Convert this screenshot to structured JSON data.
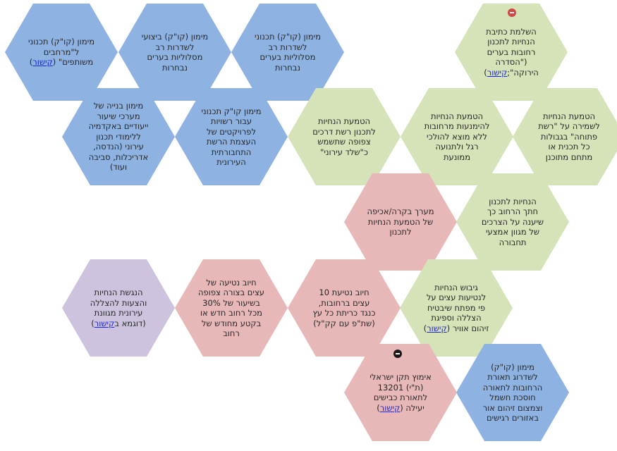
{
  "colors": {
    "green": "#d6e3b8",
    "blue": "#8eb3e3",
    "pink": "#e8b8b8",
    "purple": "#cdc3de",
    "link": "#1a24d6",
    "text": "#262626"
  },
  "hexagons": [
    {
      "id": "r1-1",
      "color": "green",
      "text": "השלמת כתיבת\nהנחיות לתכנון\nרחובות בערים\n(\"הסדרה הירוקה\";",
      "link": "קישור",
      "link_prefix": "",
      "suffix": ")"
    },
    {
      "id": "r1-2",
      "color": "blue",
      "text": "מימון (קו\"ק) תכנוני\nלשדרות רב\nמסלוליות בערים\nנבחרות",
      "link": "",
      "link_prefix": "",
      "suffix": ""
    },
    {
      "id": "r1-3",
      "color": "blue",
      "text": "מימון (קו\"ק) ביצועי\nלשדרות רב\nמסלוליות בערים\nנבחרות",
      "link": "",
      "link_prefix": "",
      "suffix": ""
    },
    {
      "id": "r1-4",
      "color": "blue",
      "text": "מימון (קו\"ק) תכנוני\nל\"מרחבים\nמשותפים\" (",
      "link": "קישור",
      "link_prefix": "",
      "suffix": ")"
    },
    {
      "id": "r2-1",
      "color": "green",
      "text": "הטמעת הנחיות\nלשמירה על \"רשת\nפתוחה\" בגבולות\nכל תכנית או\nמתחם מתוכנן",
      "link": "",
      "link_prefix": "",
      "suffix": ""
    },
    {
      "id": "r2-2",
      "color": "green",
      "text": "הטמעת הנחיות\nלהימנעות מרחובות\nללא מוצא להולכי\nרגל ולתנועה\nממונעת",
      "link": "",
      "link_prefix": "",
      "suffix": ""
    },
    {
      "id": "r2-3",
      "color": "green",
      "text": "הטמעת הנחיות\nלתכנון רשת דרכים\nצפופה שתשמש\nכ\"שלד עירוני\"",
      "link": "",
      "link_prefix": "",
      "suffix": ""
    },
    {
      "id": "r2-4",
      "color": "blue",
      "text": "מימון קו\"ק תכנוני\nעבור רשויות\nלפרויקטים של\nהעצמת הרשת\nהתחבורתית\nהעירונית",
      "link": "",
      "link_prefix": "",
      "suffix": ""
    },
    {
      "id": "r2-5",
      "color": "blue",
      "text": "מימון בנייה של\nמערכי שיעור\nייעודיים באקדמיה\nללימודי תכנון\nעירוני (הנדסה,\nאדריכלות, סביבה\nועוד)",
      "link": "",
      "link_prefix": "",
      "suffix": ""
    },
    {
      "id": "r3-1",
      "color": "green",
      "text": "הנחיות לתכנון\nחתך הרחוב כך\nשיענה על הצרכים\nשל מגוון אמצעי\nתחבורה",
      "link": "",
      "link_prefix": "",
      "suffix": ""
    },
    {
      "id": "r3-2",
      "color": "pink",
      "text": "מערך בקרה/אכיפה\nשל הטמעת הנחיות\nלתכנון",
      "link": "",
      "link_prefix": "",
      "suffix": ""
    },
    {
      "id": "r4-1",
      "color": "green",
      "text": "גיבוש הנחיות\nלנטיעות עצים על\nפי מפתח שיבטיח\nהצללה וספיגת\nזיהום אוויר (",
      "link": "קישור",
      "link_prefix": "",
      "suffix": ")"
    },
    {
      "id": "r4-2",
      "color": "pink",
      "text": "חיוב נטיעת  10\nעצים ברחובות,\nכנגד כריתת כל עץ\n(שת\"פ עם קק\"ל)",
      "link": "",
      "link_prefix": "",
      "suffix": ""
    },
    {
      "id": "r4-3",
      "color": "pink",
      "text": "חיוב נטיעה של\nעצים בצורה צפופה\nבשיעור של  30%\nמכל רחוב חדש או\nבקטע מחודש של\nרחוב",
      "link": "",
      "link_prefix": "",
      "suffix": ""
    },
    {
      "id": "r4-4",
      "color": "purple",
      "text": "הנגשת הנחיות\nוהצעות להצללה\nעירונית מגוונת\n(דוגמא ב",
      "link": "קישור",
      "link_prefix": "",
      "suffix": ")"
    },
    {
      "id": "r5-1",
      "color": "blue",
      "text": "מימון (קו\"ק)\nלשדרוג תאורת\nהרחובות לתאורה\nחוסכת חשמל\nוצמצום זיהום אור\nבאזורים רגישים",
      "link": "",
      "link_prefix": "",
      "suffix": ""
    },
    {
      "id": "r5-2",
      "color": "pink",
      "text": "אימוץ תקן ישראלי\n(ת\"י) 13201\nלתאורת כבישים\nיעילה (",
      "link": "קישור",
      "link_prefix": "",
      "suffix": ")"
    }
  ],
  "badges": [
    {
      "id": "badge-1",
      "color": "#d04848"
    },
    {
      "id": "badge-2",
      "color": "#1a1a1a"
    }
  ]
}
